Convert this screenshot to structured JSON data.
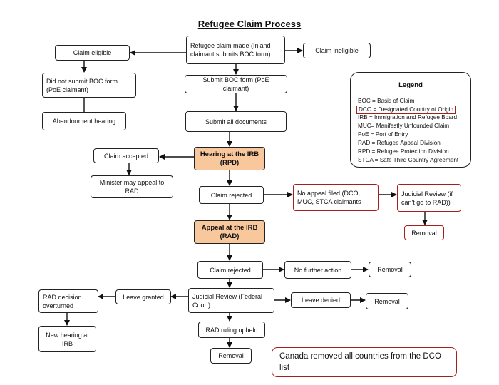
{
  "title": "Refugee Claim Process",
  "nodes": {
    "claim_made": "Refugee claim made  (Inland claimant  submits  BOC form)",
    "claim_eligible": "Claim eligible",
    "claim_ineligible": "Claim ineligible",
    "did_not_submit": "Did not submit BOC form (PoE claimant)",
    "abandonment": "Abandonment hearing",
    "submit_boc": "Submit BOC form (PoE claimant)",
    "submit_docs": "Submit all documents",
    "hearing_irb": "Hearing at the IRB",
    "hearing_irb_sub": "(RPD)",
    "claim_accepted": "Claim accepted",
    "minister_appeal": "Minister may appeal to RAD",
    "claim_rejected_1": "Claim rejected",
    "no_appeal": "No appeal filed (DCO, MUC, STCA claimants",
    "judicial_review_1": "Judicial Review (if can't go to RAD))",
    "removal_1": "Removal",
    "appeal_irb": "Appeal at the IRB",
    "appeal_irb_sub": "(RAD)",
    "claim_rejected_2": "Claim rejected",
    "no_further": "No further action",
    "removal_2": "Removal",
    "rad_overturned": "RAD decision overturned",
    "leave_granted": "Leave granted",
    "judicial_review_2": "Judicial Review (Federal Court)",
    "leave_denied": "Leave denied",
    "removal_3": "Removal",
    "new_hearing": "New hearing at IRB",
    "rad_upheld": "RAD ruling upheld",
    "removal_4": "Removal"
  },
  "legend": {
    "title": "Legend",
    "items": [
      "BOC = Basis of Claim",
      "DCO = Designated Country of Origin",
      "IRB = Immigration and Refugee Board",
      "MUC= Manifestly Unfounded Claim",
      "PoE = Port of Entry",
      "RAD = Refugee Appeal Division",
      "RPD = Refugee Protection Division",
      "STCA = Safe Third Country Agreement"
    ]
  },
  "note": "Canada removed all countries from the DCO list",
  "colors": {
    "highlight_fill": "#f9c79c",
    "red_border": "#a51e1e",
    "line": "#111111"
  }
}
